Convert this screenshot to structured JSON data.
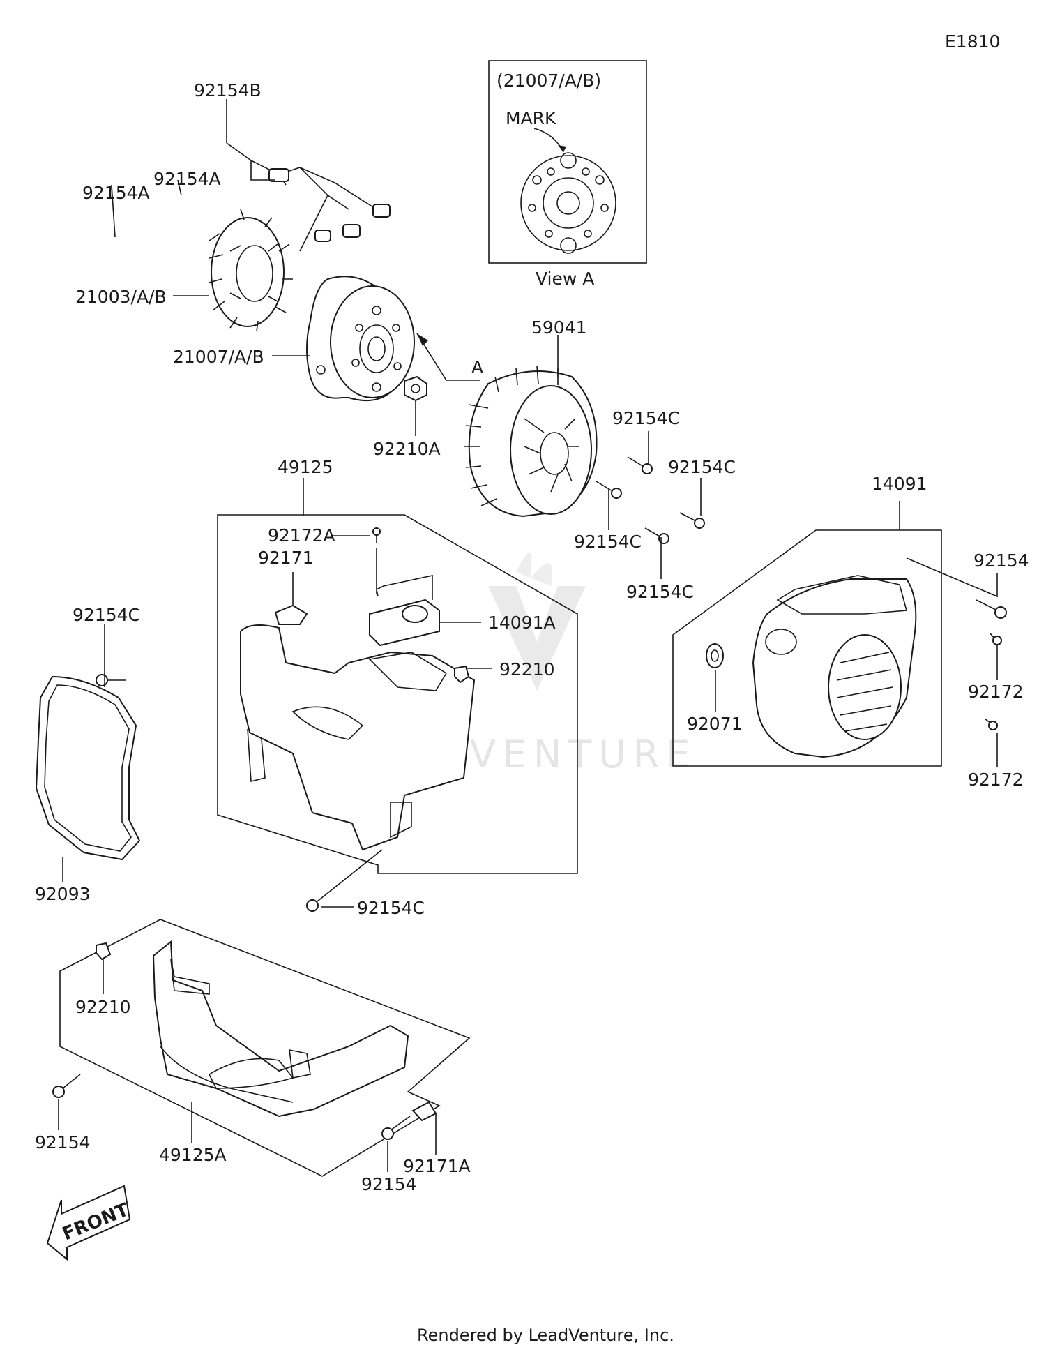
{
  "diagram_code": "E1810",
  "footer": "Rendered by LeadVenture, Inc.",
  "watermark": "LEADVENTURE",
  "view_a": {
    "ref": "(21007/A/B)",
    "mark": "MARK",
    "caption": "View A",
    "arrow_label": "A"
  },
  "front_label": "FRONT",
  "labels": {
    "p92154B": "92154B",
    "p92154A_1": "92154A",
    "p92154A_2": "92154A",
    "p21003": "21003/A/B",
    "p21007": "21007/A/B",
    "p59041": "59041",
    "p92210A": "92210A",
    "p92154C_a": "92154C",
    "p92154C_b": "92154C",
    "p92154C_c": "92154C",
    "p92154C_d": "92154C",
    "p49125": "49125",
    "p92172A": "92172A",
    "p92171": "92171",
    "p14091A": "14091A",
    "p92210_1": "92210",
    "p92154C_e": "92154C",
    "p92154C_f": "92154C",
    "p14091": "14091",
    "p92154_1": "92154",
    "p92071": "92071",
    "p92172_1": "92172",
    "p92172_2": "92172",
    "p92093": "92093",
    "p92210_2": "92210",
    "p92154_2": "92154",
    "p49125A": "49125A",
    "p92154_3": "92154",
    "p92171A": "92171A"
  }
}
